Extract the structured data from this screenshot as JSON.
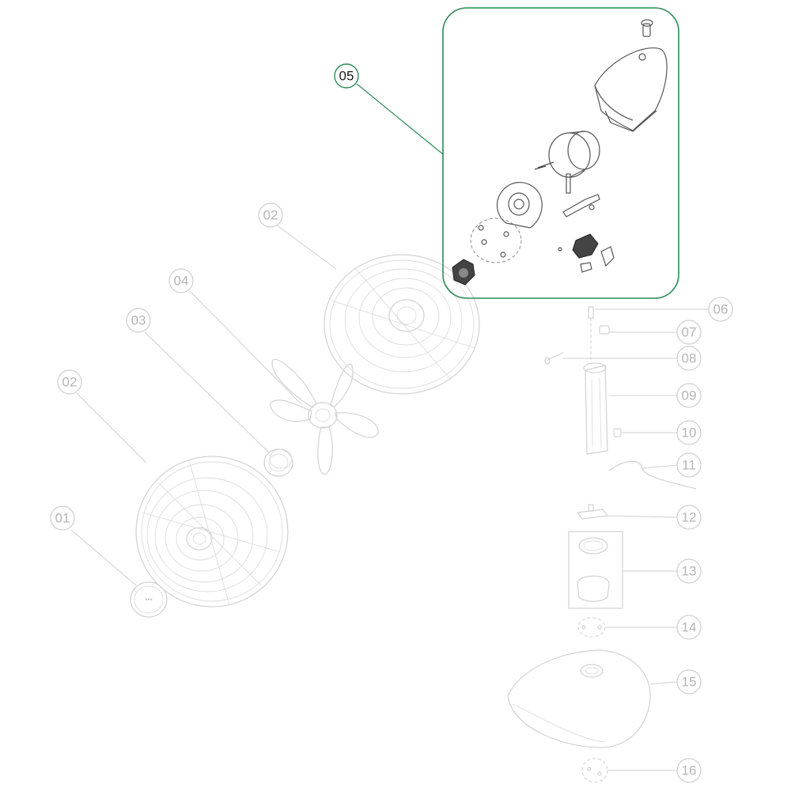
{
  "highlight": {
    "label": "05",
    "color": "#2e8b57"
  },
  "labels": {
    "l01": "01",
    "l02a": "02",
    "l02b": "02",
    "l03": "03",
    "l04": "04",
    "l06": "06",
    "l07": "07",
    "l08": "08",
    "l09": "09",
    "l10": "10",
    "l11": "11",
    "l12": "12",
    "l13": "13",
    "l14": "14",
    "l15": "15",
    "l16": "16"
  }
}
